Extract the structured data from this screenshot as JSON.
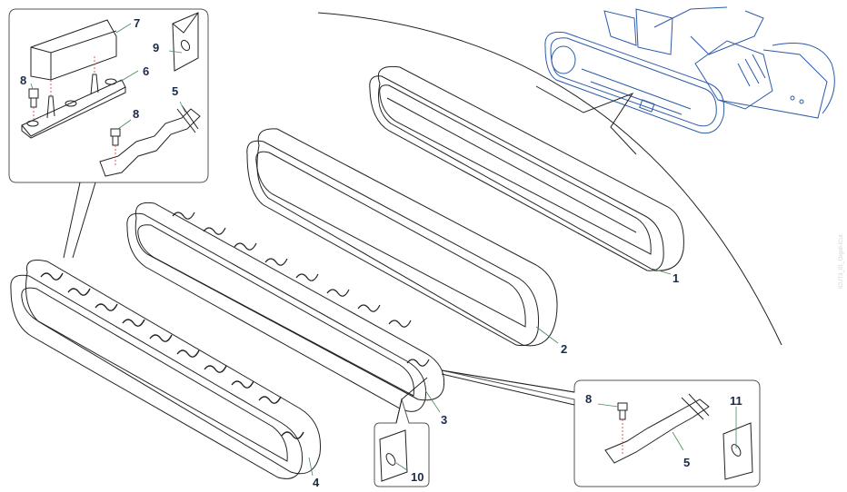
{
  "diagram": {
    "callouts": [
      {
        "id": "1",
        "text": "1"
      },
      {
        "id": "2",
        "text": "2"
      },
      {
        "id": "3",
        "text": "3"
      },
      {
        "id": "4",
        "text": "4"
      },
      {
        "id": "5a",
        "text": "5"
      },
      {
        "id": "5b",
        "text": "5"
      },
      {
        "id": "6",
        "text": "6"
      },
      {
        "id": "7",
        "text": "7"
      },
      {
        "id": "8a",
        "text": "8"
      },
      {
        "id": "8b",
        "text": "8"
      },
      {
        "id": "8c",
        "text": "8"
      },
      {
        "id": "9",
        "text": "9"
      },
      {
        "id": "10",
        "text": "10"
      },
      {
        "id": "11",
        "text": "11"
      }
    ],
    "watermark": "ICUT3_01_Orgoll-ICut",
    "colors": {
      "line": "#222222",
      "machine_line": "#2d5aa8",
      "leader": "#4c8a5c",
      "callout_text": "#1b2a48",
      "dashed_axis": "#e05a5a"
    }
  }
}
